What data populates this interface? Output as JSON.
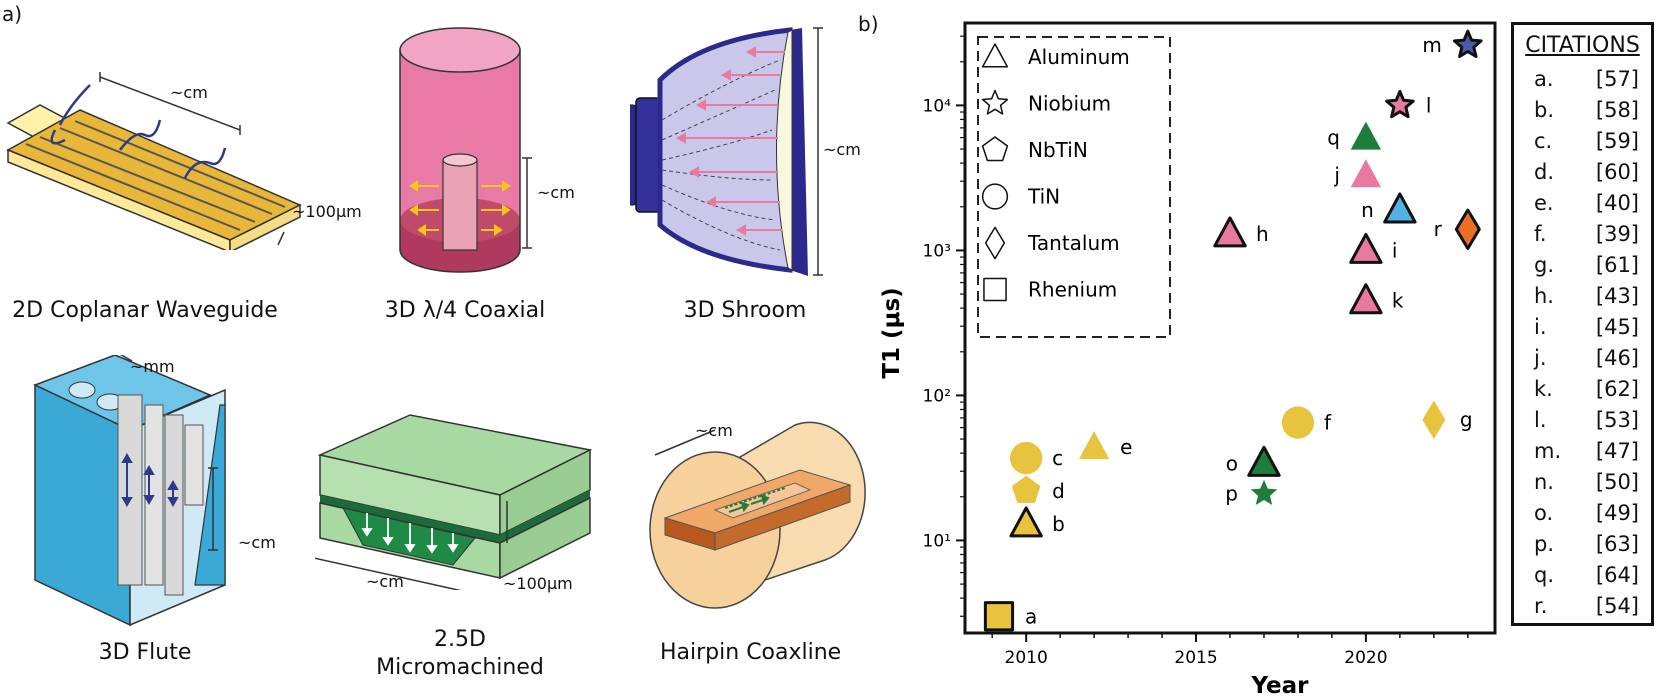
{
  "panel_a_label": "a)",
  "panel_b_label": "b)",
  "resonators": {
    "cpw": {
      "caption": "2D Coplanar Waveguide",
      "dim_length": "~cm",
      "dim_width": "~100μm"
    },
    "coax": {
      "caption": "3D  λ/4 Coaxial",
      "dim_height": "~cm"
    },
    "shroom": {
      "caption": "3D Shroom",
      "dim_height": "~cm"
    },
    "flute": {
      "caption": "3D Flute",
      "dim_top": "~mm",
      "dim_height": "~cm"
    },
    "micromachined": {
      "caption_line1": "2.5D",
      "caption_line2": "Micromachined",
      "dim_length": "~cm",
      "dim_depth": "~100μm"
    },
    "hairpin": {
      "caption": "Hairpin Coaxline",
      "dim_length": "~cm"
    }
  },
  "legend": {
    "items": [
      {
        "label": "Aluminum",
        "icon": "triangle-icon"
      },
      {
        "label": "Niobium",
        "icon": "star-icon"
      },
      {
        "label": "NbTiN",
        "icon": "pentagon-icon"
      },
      {
        "label": "TiN",
        "icon": "circle-icon"
      },
      {
        "label": "Tantalum",
        "icon": "diamond-icon"
      },
      {
        "label": "Rhenium",
        "icon": "square-icon"
      }
    ]
  },
  "citations": {
    "title": "CITATIONS",
    "rows": [
      {
        "letter": "a.",
        "ref": "[57]"
      },
      {
        "letter": "b.",
        "ref": "[58]"
      },
      {
        "letter": "c.",
        "ref": "[59]"
      },
      {
        "letter": "d.",
        "ref": "[60]"
      },
      {
        "letter": "e.",
        "ref": "[40]"
      },
      {
        "letter": "f.",
        "ref": "[39]"
      },
      {
        "letter": "g.",
        "ref": "[61]"
      },
      {
        "letter": "h.",
        "ref": "[43]"
      },
      {
        "letter": "i.",
        "ref": "[45]"
      },
      {
        "letter": "j.",
        "ref": "[46]"
      },
      {
        "letter": "k.",
        "ref": "[62]"
      },
      {
        "letter": "l.",
        "ref": "[53]"
      },
      {
        "letter": "m.",
        "ref": "[47]"
      },
      {
        "letter": "n.",
        "ref": "[50]"
      },
      {
        "letter": "o.",
        "ref": "[49]"
      },
      {
        "letter": "p.",
        "ref": "[63]"
      },
      {
        "letter": "q.",
        "ref": "[64]"
      },
      {
        "letter": "r.",
        "ref": "[54]"
      }
    ]
  },
  "chart_data": {
    "type": "scatter",
    "xlabel": "Year",
    "ylabel": "T1 (μs)",
    "x_ticks": [
      2010,
      2015,
      2020
    ],
    "y_ticks": [
      "10¹",
      "10²",
      "10³",
      "10⁴"
    ],
    "y_scale": "log",
    "xlim": [
      2008.2,
      2023.8
    ],
    "ylim": [
      2.3,
      37000
    ],
    "points": [
      {
        "label": "a",
        "x": 2009.2,
        "y": 3.0,
        "marker": "square",
        "color": "#e8c33e",
        "outline": true
      },
      {
        "label": "b",
        "x": 2010.0,
        "y": 13,
        "marker": "triangle",
        "color": "#e8c33e",
        "outline": true
      },
      {
        "label": "c",
        "x": 2010.0,
        "y": 37,
        "marker": "circle",
        "color": "#e8c33e",
        "outline": false
      },
      {
        "label": "d",
        "x": 2010.0,
        "y": 22,
        "marker": "pentagon",
        "color": "#e8c33e",
        "outline": false
      },
      {
        "label": "e",
        "x": 2012.0,
        "y": 44,
        "marker": "triangle",
        "color": "#e8c33e",
        "outline": false
      },
      {
        "label": "f",
        "x": 2018.0,
        "y": 65,
        "marker": "circle",
        "color": "#e8c33e",
        "outline": false
      },
      {
        "label": "g",
        "x": 2022.0,
        "y": 68,
        "marker": "diamond",
        "color": "#e8c33e",
        "outline": false
      },
      {
        "label": "h",
        "x": 2016.0,
        "y": 1300,
        "marker": "triangle",
        "color": "#e9799e",
        "outline": true
      },
      {
        "label": "i",
        "x": 2020.0,
        "y": 1000,
        "marker": "triangle",
        "color": "#e9799e",
        "outline": true
      },
      {
        "label": "j",
        "x": 2020.0,
        "y": 3300,
        "marker": "triangle",
        "color": "#e9799e",
        "outline": false
      },
      {
        "label": "k",
        "x": 2020.0,
        "y": 450,
        "marker": "triangle",
        "color": "#e9799e",
        "outline": true
      },
      {
        "label": "l",
        "x": 2021.0,
        "y": 10000,
        "marker": "star",
        "color": "#e9799e",
        "outline": true
      },
      {
        "label": "m",
        "x": 2023.0,
        "y": 26000,
        "marker": "star",
        "color": "#4d5aa6",
        "outline": true
      },
      {
        "label": "n",
        "x": 2021.0,
        "y": 1900,
        "marker": "triangle",
        "color": "#4fb3e3",
        "outline": true
      },
      {
        "label": "o",
        "x": 2017.0,
        "y": 34,
        "marker": "triangle",
        "color": "#1e7d3a",
        "outline": true
      },
      {
        "label": "p",
        "x": 2017.0,
        "y": 21,
        "marker": "star",
        "color": "#1e7d3a",
        "outline": false
      },
      {
        "label": "q",
        "x": 2020.0,
        "y": 6000,
        "marker": "triangle",
        "color": "#1e7d3a",
        "outline": false
      },
      {
        "label": "r",
        "x": 2023.0,
        "y": 1400,
        "marker": "diamond",
        "color": "#ee6d24",
        "outline": true
      }
    ]
  }
}
